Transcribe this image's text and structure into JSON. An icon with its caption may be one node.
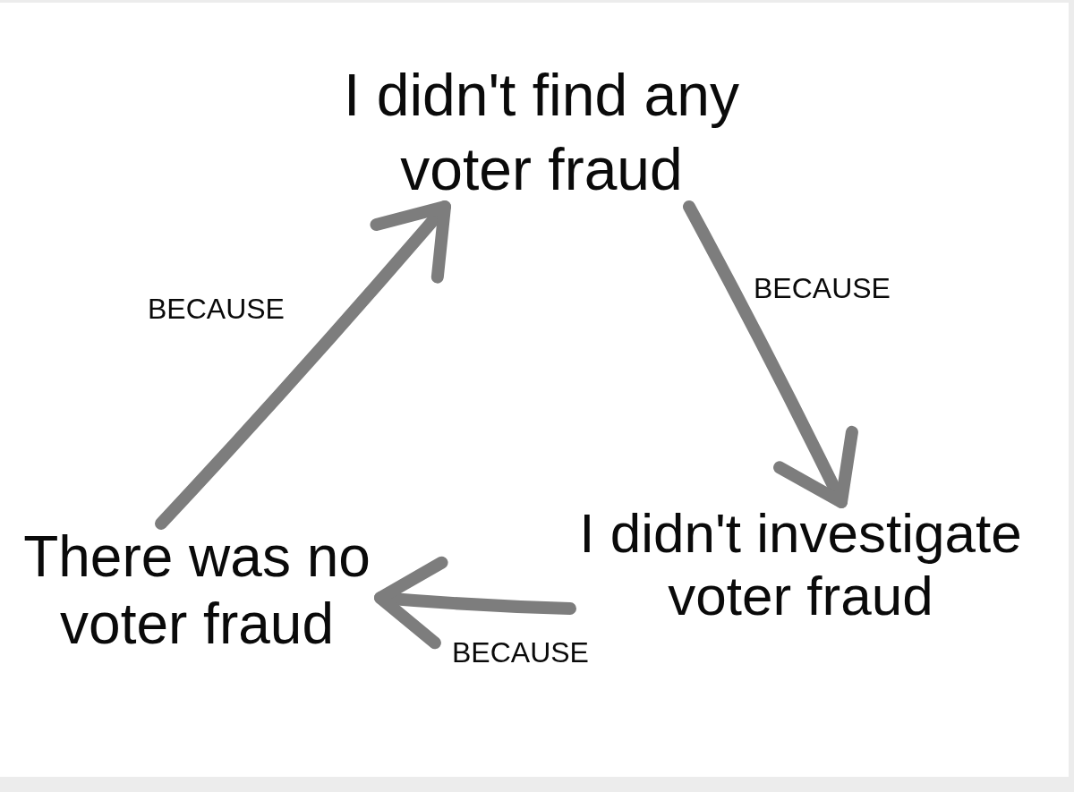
{
  "diagram": {
    "nodes": [
      {
        "text": [
          "I didn't find any voter fraud"
        ]
      },
      {
        "text": [
          "I didn't investigate voter fraud"
        ]
      },
      {
        "text": [
          "There was no voter fraud"
        ]
      }
    ],
    "edges": [
      {
        "from": 0,
        "to": 1,
        "arrow": "to",
        "label": "BECAUSE"
      },
      {
        "from": 1,
        "to": 2,
        "arrow": "to",
        "label": "BECAUSE"
      },
      {
        "from": 2,
        "to": 0,
        "arrow": "to",
        "label": "BECAUSE"
      }
    ]
  }
}
